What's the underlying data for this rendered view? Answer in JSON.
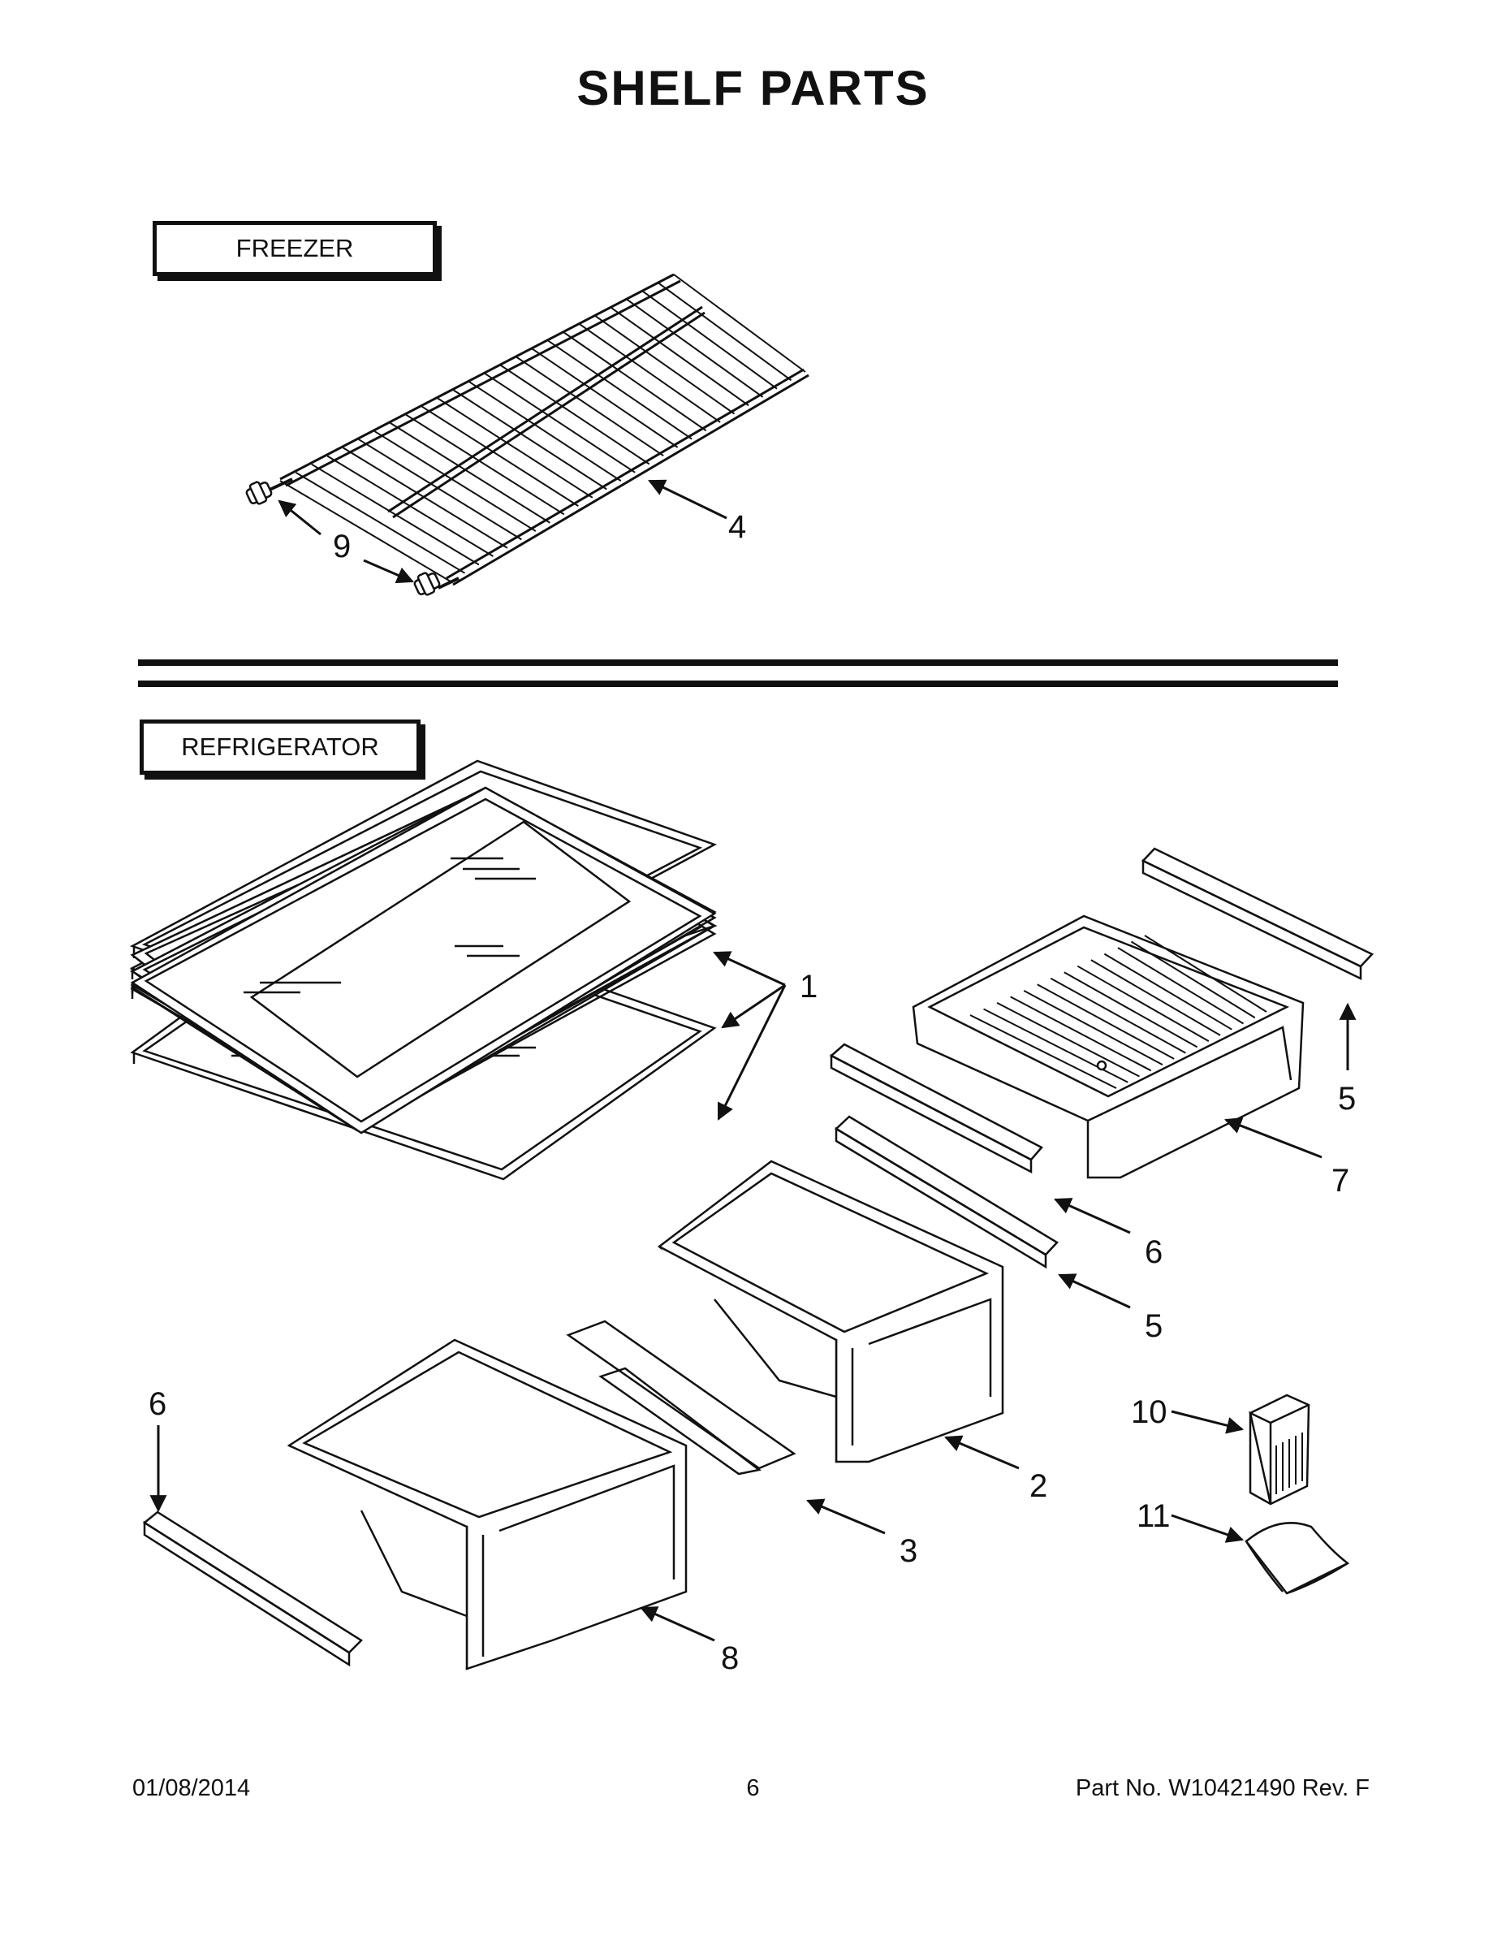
{
  "title": "SHELF PARTS",
  "sections": {
    "freezer": "FREEZER",
    "refrigerator": "REFRIGERATOR"
  },
  "callouts": {
    "c1": "1",
    "c2": "2",
    "c3": "3",
    "c4": "4",
    "c5a": "5",
    "c5b": "5",
    "c6a": "6",
    "c6b": "6",
    "c7": "7",
    "c8": "8",
    "c9": "9",
    "c10": "10",
    "c11": "11"
  },
  "footer": {
    "date": "01/08/2014",
    "page": "6",
    "part": "Part No.  W10421490  Rev.  F"
  }
}
